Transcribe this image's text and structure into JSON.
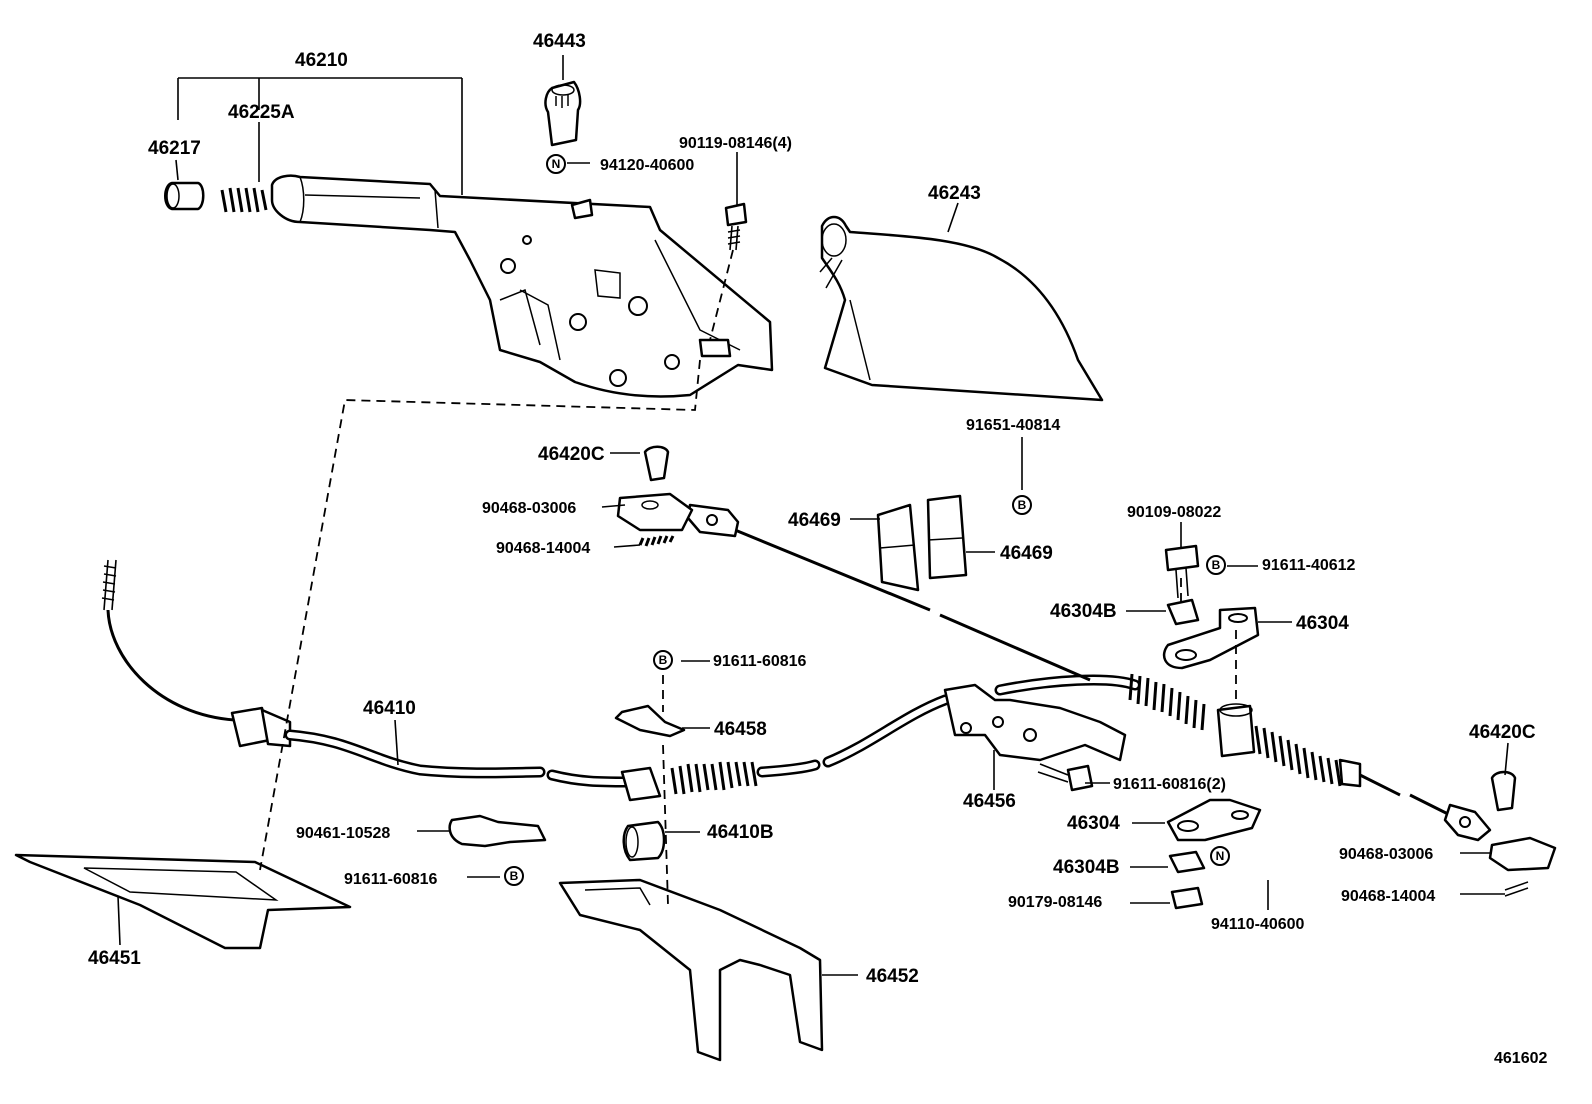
{
  "diagram_id": "461602",
  "parts": {
    "lever_assy": "46210",
    "grip": "46217",
    "spring": "46225A",
    "release_knob": "46443",
    "nut_small": "94120-40600",
    "bolt_4": "90119-08146(4)",
    "boot": "46243",
    "bolt_b": "91651-40814",
    "plug_left": "46420C",
    "clip_left": "90468-03006",
    "pin_left": "90468-14004",
    "bracket_left": "46469",
    "bracket_right": "46469",
    "bolt_top_right": "90109-08022",
    "bolt_b_right": "91611-40612",
    "nut_upper": "46304B",
    "equalizer_bracket_upper": "46304",
    "bolt_center": "91611-60816",
    "retainer": "46458",
    "front_cable": "46410",
    "bolt_2": "91611-60816(2)",
    "cable_bracket": "46456",
    "equalizer_bracket_lower": "46304",
    "nut_lower": "46304B",
    "nut_n_lower": "94110-40600",
    "nut_bottom": "90179-08146",
    "plug_right": "46420C",
    "clip_right": "90468-03006",
    "pin_right": "90468-14004",
    "grommet": "46410B",
    "clamp": "90461-10528",
    "bolt_left_b": "91611-60816",
    "cover": "46451",
    "support_bracket": "46452"
  },
  "badges": {
    "n_letter": "N",
    "b_letter": "B"
  }
}
